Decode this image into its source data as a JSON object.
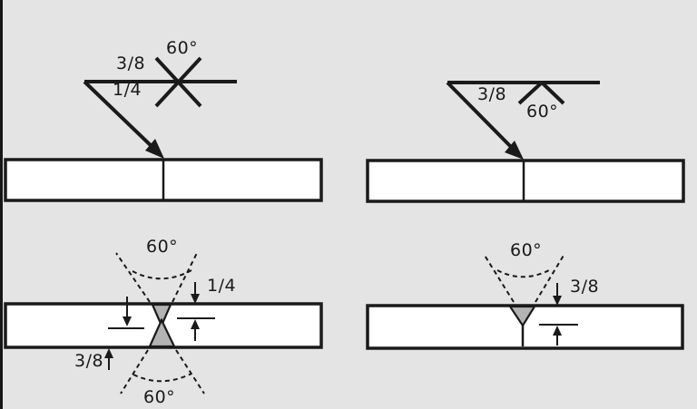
{
  "diagram_title": "Welding groove weld symbols and resulting cross sections",
  "colors": {
    "background": "#e4e4e4",
    "line": "#1a1a1a",
    "plate_fill": "#ffffff",
    "groove_fill": "#b3b3b3",
    "left_edge_stripe": "#161616"
  },
  "figures": {
    "symbol_double_v": {
      "description": "Welding symbol: double-V groove (X on reference line) with arrow to butt joint",
      "labels": {
        "depth_other_side": "3/8",
        "depth_arrow_side": "1/4",
        "groove_angle": "60°"
      }
    },
    "symbol_single_v": {
      "description": "Welding symbol: single-V groove (V below reference line) with arrow to butt joint",
      "labels": {
        "depth": "3/8",
        "groove_angle": "60°"
      }
    },
    "section_double_v": {
      "description": "Cross section: double-V groove weld preparation",
      "labels": {
        "top_angle": "60°",
        "top_depth": "1/4",
        "bottom_depth": "3/8",
        "bottom_angle": "60°"
      }
    },
    "section_single_v": {
      "description": "Cross section: single-V groove weld preparation",
      "labels": {
        "angle": "60°",
        "depth": "3/8"
      }
    }
  }
}
